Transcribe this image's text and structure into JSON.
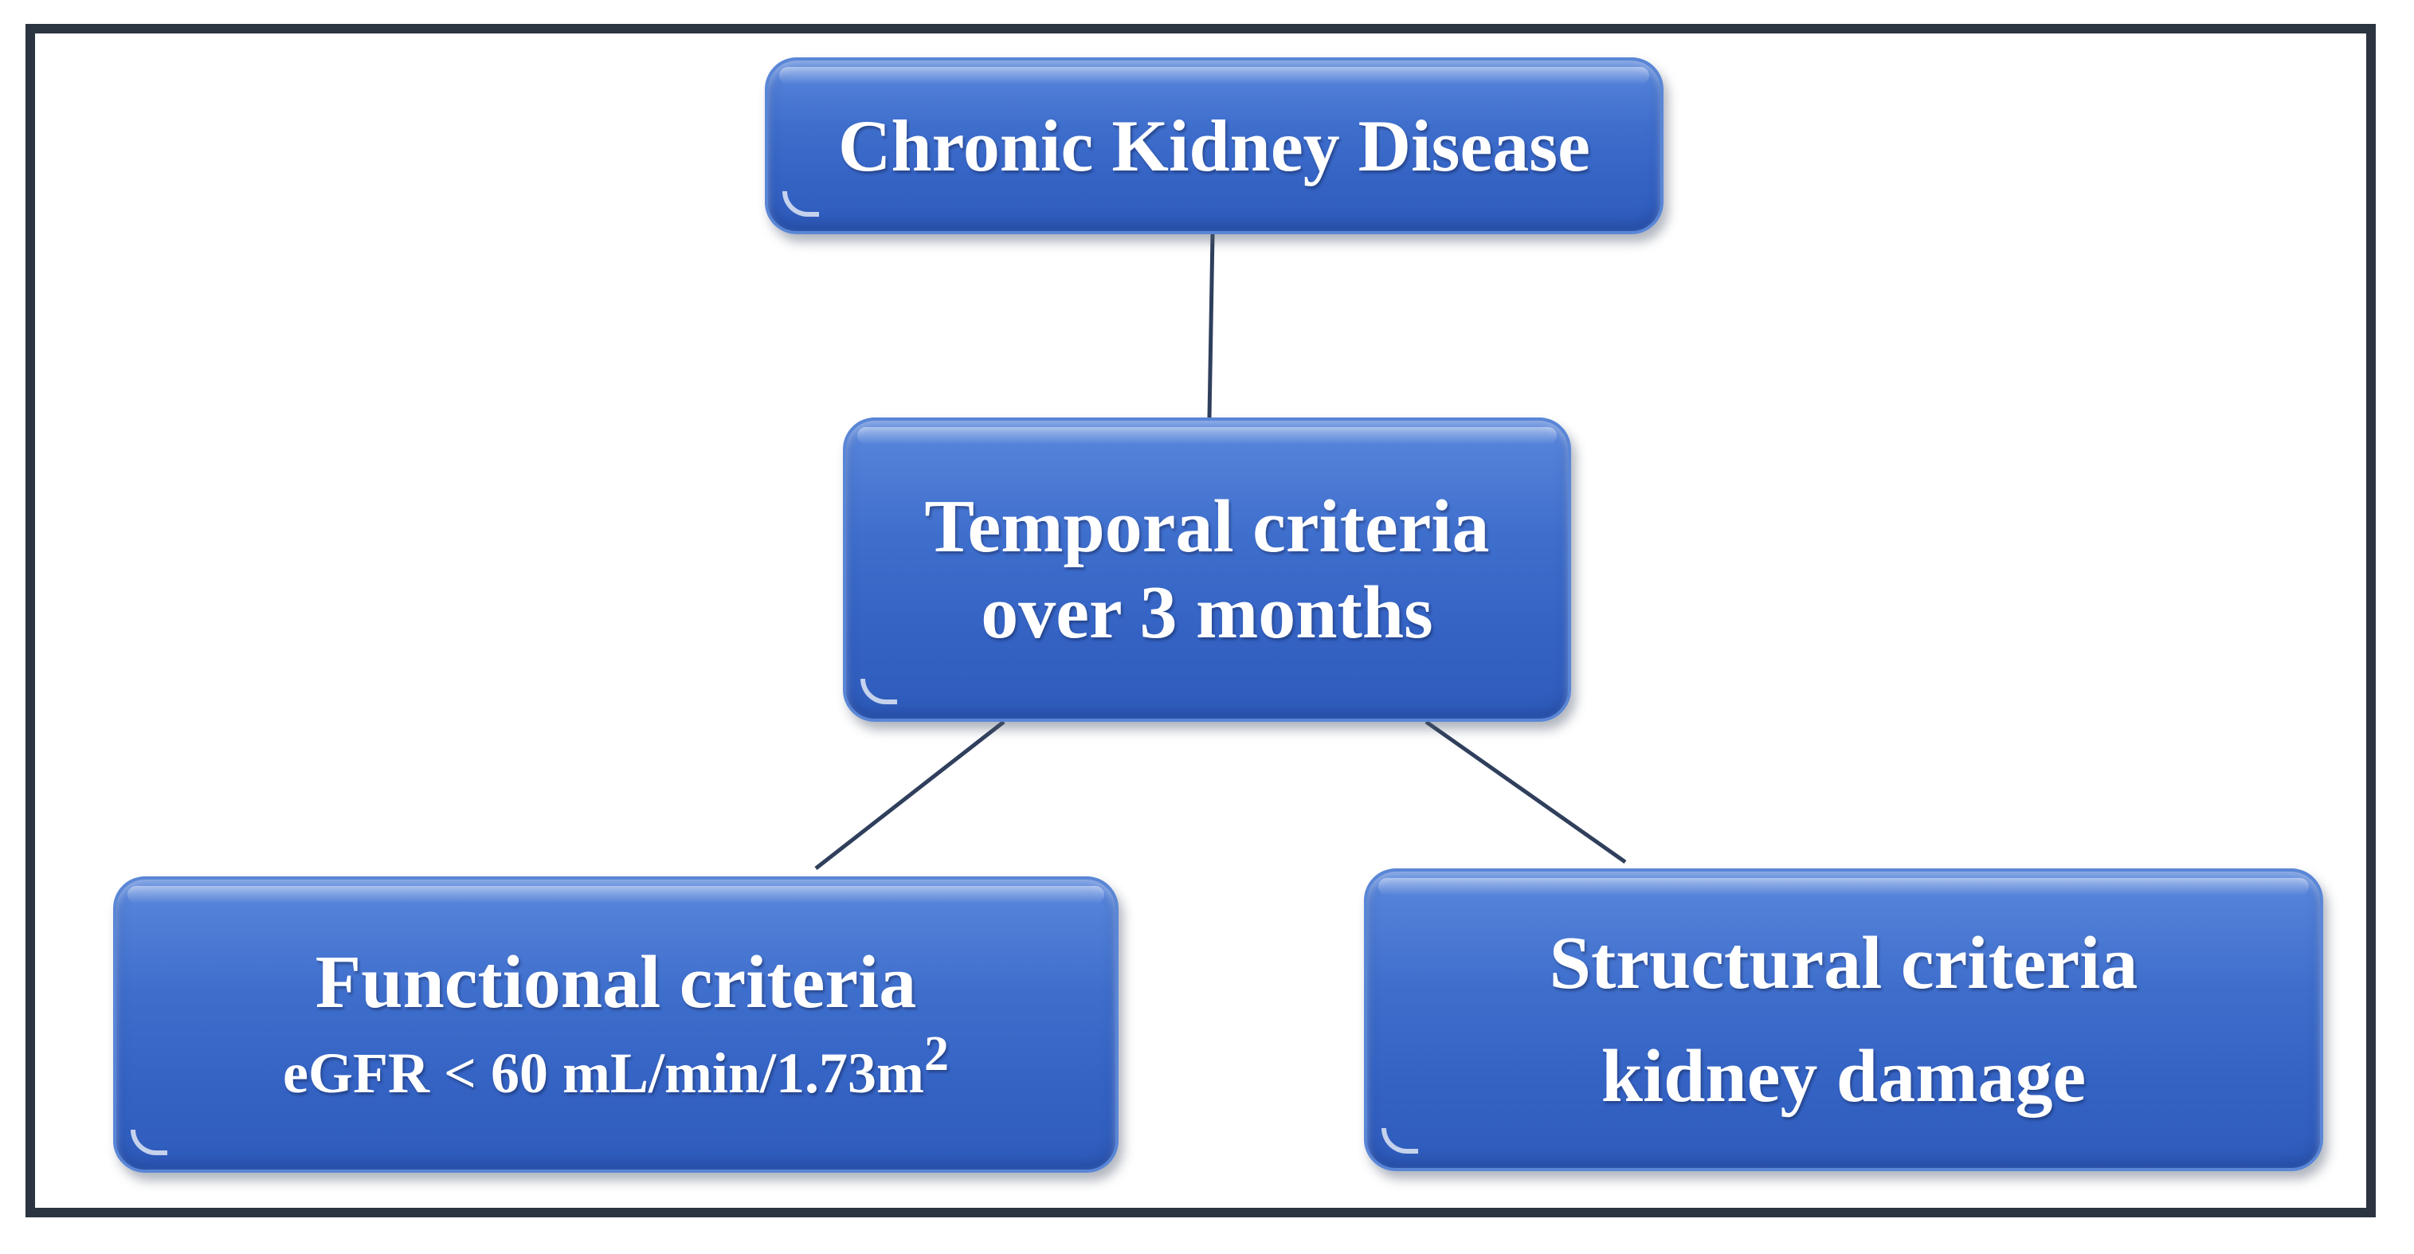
{
  "diagram": {
    "root": {
      "label": "Chronic Kidney Disease"
    },
    "temporal": {
      "line1": "Temporal criteria",
      "line2": "over 3 months"
    },
    "functional": {
      "line1": "Functional criteria",
      "line2": "eGFR < 60 mL/min/1.73m",
      "superscript": "2"
    },
    "structural": {
      "line1": "Structural criteria",
      "line2": "kidney damage"
    }
  },
  "colors": {
    "node_fill": "#3463c4",
    "connector": "#2f3f5c",
    "frame_border": "#2b3440",
    "text": "#ffffff"
  }
}
